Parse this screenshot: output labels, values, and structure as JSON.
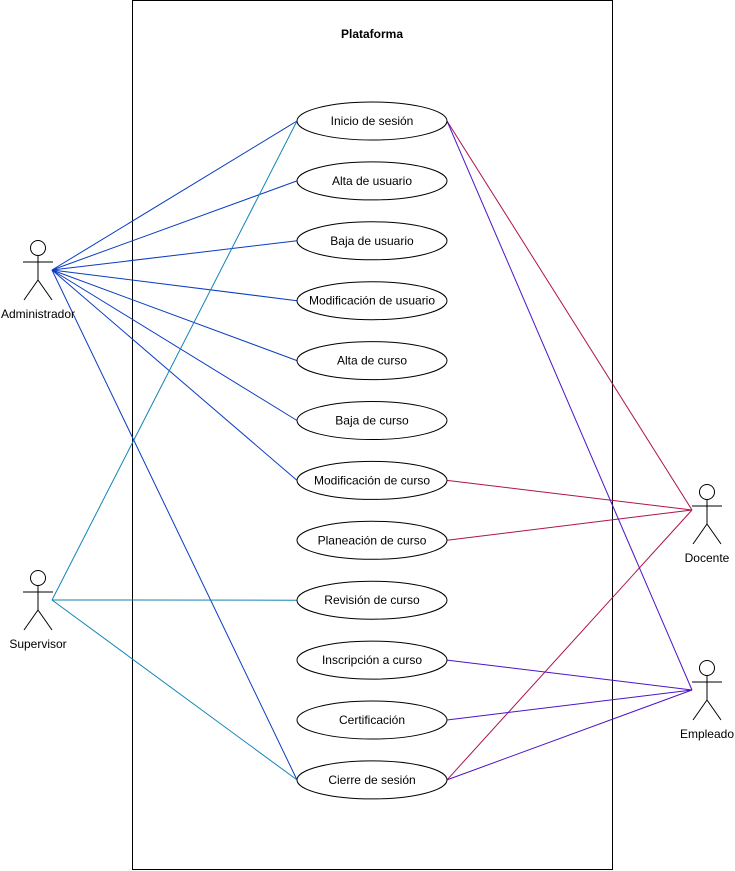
{
  "system": {
    "title": "Plataforma"
  },
  "use_cases": [
    {
      "id": "login",
      "label": "Inicio de sesión"
    },
    {
      "id": "alta_usuario",
      "label": "Alta de usuario"
    },
    {
      "id": "baja_usuario",
      "label": "Baja de usuario"
    },
    {
      "id": "mod_usuario",
      "label": "Modificación de usuario"
    },
    {
      "id": "alta_curso",
      "label": "Alta de curso"
    },
    {
      "id": "baja_curso",
      "label": "Baja de curso"
    },
    {
      "id": "mod_curso",
      "label": "Modificación de curso"
    },
    {
      "id": "planeacion",
      "label": "Planeación de curso"
    },
    {
      "id": "revision",
      "label": "Revisión de curso"
    },
    {
      "id": "inscripcion",
      "label": "Inscripción a curso"
    },
    {
      "id": "certificacion",
      "label": "Certificación"
    },
    {
      "id": "logout",
      "label": "Cierre de sesión"
    }
  ],
  "actors": [
    {
      "id": "admin",
      "label": "Administrador"
    },
    {
      "id": "supervisor",
      "label": "Supervisor"
    },
    {
      "id": "docente",
      "label": "Docente"
    },
    {
      "id": "empleado",
      "label": "Empleado"
    }
  ],
  "associations": [
    {
      "actor": "admin",
      "use_case": "login",
      "color": "#0b3cc2"
    },
    {
      "actor": "admin",
      "use_case": "alta_usuario",
      "color": "#0b3cc2"
    },
    {
      "actor": "admin",
      "use_case": "baja_usuario",
      "color": "#0b3cc2"
    },
    {
      "actor": "admin",
      "use_case": "mod_usuario",
      "color": "#0b3cc2"
    },
    {
      "actor": "admin",
      "use_case": "alta_curso",
      "color": "#0b3cc2"
    },
    {
      "actor": "admin",
      "use_case": "baja_curso",
      "color": "#0b3cc2"
    },
    {
      "actor": "admin",
      "use_case": "mod_curso",
      "color": "#0b3cc2"
    },
    {
      "actor": "admin",
      "use_case": "logout",
      "color": "#0b3cc2"
    },
    {
      "actor": "supervisor",
      "use_case": "login",
      "color": "#1184b5"
    },
    {
      "actor": "supervisor",
      "use_case": "revision",
      "color": "#1184b5"
    },
    {
      "actor": "supervisor",
      "use_case": "logout",
      "color": "#1184b5"
    },
    {
      "actor": "docente",
      "use_case": "login",
      "color": "#b0124e"
    },
    {
      "actor": "docente",
      "use_case": "mod_curso",
      "color": "#b0124e"
    },
    {
      "actor": "docente",
      "use_case": "planeacion",
      "color": "#b0124e"
    },
    {
      "actor": "docente",
      "use_case": "logout",
      "color": "#b0124e"
    },
    {
      "actor": "empleado",
      "use_case": "login",
      "color": "#4b14c9"
    },
    {
      "actor": "empleado",
      "use_case": "inscripcion",
      "color": "#4b14c9"
    },
    {
      "actor": "empleado",
      "use_case": "certificacion",
      "color": "#4b14c9"
    },
    {
      "actor": "empleado",
      "use_case": "logout",
      "color": "#4b14c9"
    }
  ]
}
